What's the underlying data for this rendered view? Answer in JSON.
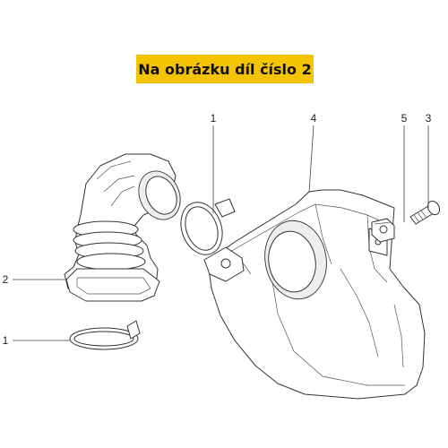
{
  "banner": {
    "text": "Na obrázku díl číslo 2",
    "color": "#f5c400"
  },
  "callouts": {
    "c1_top": "1",
    "c4": "4",
    "c5": "5",
    "c3": "3",
    "c2": "2",
    "c1_bottom": "1"
  }
}
